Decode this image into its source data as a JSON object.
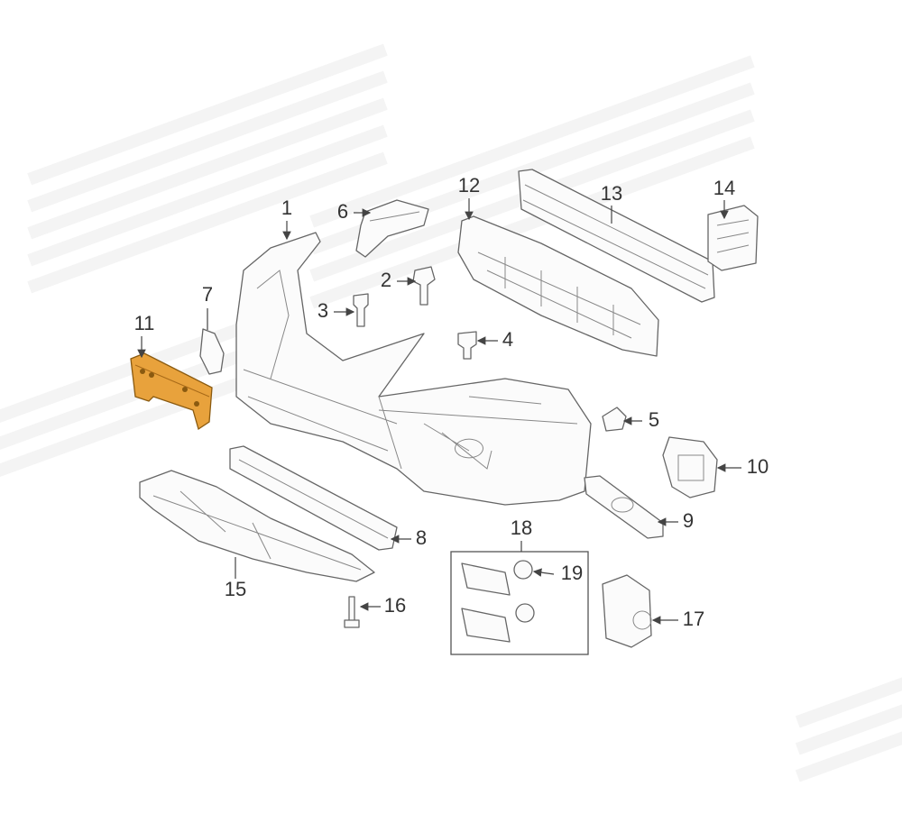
{
  "diagram": {
    "title": "Front bumper parts diagram",
    "highlight_color": "#e8a23c",
    "highlighted_part": "11",
    "callouts": {
      "n1": "1",
      "n2": "2",
      "n3": "3",
      "n4": "4",
      "n5": "5",
      "n6": "6",
      "n7": "7",
      "n8": "8",
      "n9": "9",
      "n10": "10",
      "n11": "11",
      "n12": "12",
      "n13": "13",
      "n14": "14",
      "n15": "15",
      "n16": "16",
      "n17": "17",
      "n18": "18",
      "n19": "19"
    }
  }
}
